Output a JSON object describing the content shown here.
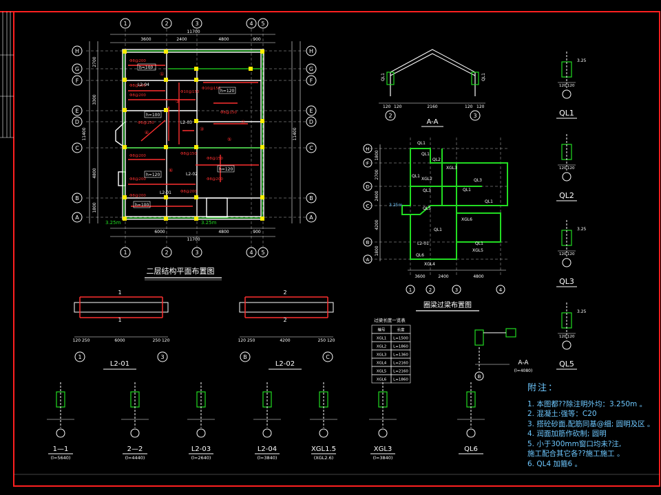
{
  "colors": {
    "background": "#000000",
    "frame": "#ff2020",
    "wall": "#ffffff",
    "beam": "#ff3030",
    "ring_beam": "#22dd22",
    "note": "#6ec8ff",
    "column": "#ffee00"
  },
  "plan": {
    "title": "二层结构平面布置图",
    "grid_x_labels": [
      "1",
      "2",
      "3",
      "4",
      "5"
    ],
    "grid_y_labels": [
      "H",
      "G",
      "F",
      "E",
      "D",
      "C",
      "B",
      "A"
    ],
    "dims_top": [
      "3600",
      "2400",
      "4800",
      "900"
    ],
    "dims_bottom": [
      "6000",
      "4800",
      "900"
    ],
    "overall_width": "11700",
    "overall_depth": "11400",
    "dims_left": [
      "2700",
      "3300",
      "4800",
      "1800"
    ],
    "elev_label": "3.25m",
    "slab_labels": [
      "h=100",
      "h=120",
      "h=100",
      "h=120",
      "h=120",
      "h=100"
    ],
    "beam_labels": [
      "L2-04",
      "L2-03",
      "L2-01",
      "L2-02"
    ]
  },
  "section_aa": {
    "title": "A-A",
    "dims": [
      "120",
      "120",
      "2160",
      "120",
      "120"
    ],
    "ql_labels": [
      "QL1",
      "QL1"
    ]
  },
  "ring_beam_plan": {
    "title": "圈梁过梁布置图",
    "grid_y_labels": [
      "H",
      "F",
      "D",
      "C",
      "B",
      "A"
    ],
    "grid_x_labels": [
      "1",
      "2",
      "3",
      "4"
    ],
    "dims_left": [
      "1800",
      "2700",
      "2400",
      "4200",
      "1800"
    ],
    "dims_bottom": [
      "3600",
      "2400",
      "4800"
    ],
    "beam_labels": [
      "QL1",
      "QL1",
      "QL2",
      "QL1",
      "XGL2",
      "XGL3",
      "QL3",
      "QL3",
      "QL1",
      "QL5",
      "QL1",
      "XGL6",
      "QL1",
      "L2-01",
      "QL1",
      "XGL5",
      "QL6",
      "XGL4"
    ]
  },
  "ql_sections": [
    {
      "name": "QL1",
      "elev": "3.25",
      "dims": [
        "120",
        "120"
      ]
    },
    {
      "name": "QL2",
      "elev": "",
      "dims": [
        "120",
        "120"
      ]
    },
    {
      "name": "QL3",
      "elev": "3.25",
      "dims": [
        "120",
        "120"
      ]
    },
    {
      "name": "QL5",
      "elev": "3.25",
      "dims": [
        "120",
        "120"
      ]
    }
  ],
  "beam_elevations": [
    {
      "name": "L2-01",
      "left": "1",
      "right": "3",
      "spans": [
        "120 250",
        "6000",
        "250 120"
      ]
    },
    {
      "name": "L2-02",
      "left": "B",
      "right": "C",
      "spans": [
        "120 250",
        "4200",
        "250 120"
      ]
    }
  ],
  "lintel_table": {
    "title": "过梁长度一览表",
    "head": [
      "编号",
      "长度"
    ],
    "rows": [
      [
        "XGL1",
        "L=1500"
      ],
      [
        "XGL2",
        "L=1860"
      ],
      [
        "XGL3",
        "L=1360"
      ],
      [
        "XGL4",
        "L=2160"
      ],
      [
        "XGL5",
        "L=2160"
      ],
      [
        "XGL6",
        "L=1860"
      ]
    ]
  },
  "small_sections": [
    {
      "name": "1—1",
      "sub": "(l=5640)"
    },
    {
      "name": "2—2",
      "sub": "(l=4440)"
    },
    {
      "name": "L2-03",
      "sub": "(l=2640)"
    },
    {
      "name": "L2-04",
      "sub": "(l=3840)"
    },
    {
      "name": "XGL1.5",
      "sub": "(XGL2.6)"
    },
    {
      "name": "XGL3",
      "sub": "(l=3840)"
    },
    {
      "name": "QL6",
      "sub": ""
    }
  ],
  "aa_small": {
    "name": "A-A",
    "sub": "(l=4080)"
  },
  "notes": {
    "header": "附注：",
    "items": [
      "1. 本图都??除注明外均：3.250m 。",
      "2. 混凝土:强等：C20",
      "3. 搭砼砂面,配筋同基@细; 圆明及区 。",
      "4. 润面加筋作砍制; 圆明",
      "5. 小于300mm窗口均未?注,",
      "   施工配合其它各??施工施工 。",
      "6. QL4 加箍6 。"
    ]
  }
}
